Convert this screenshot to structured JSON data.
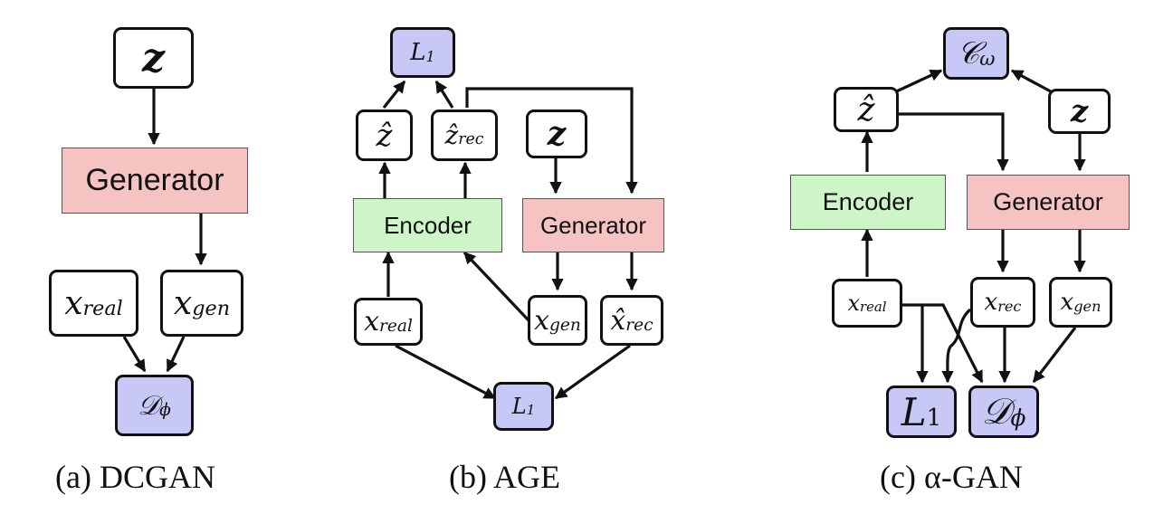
{
  "panels": [
    {
      "caption_label": "(a)",
      "caption_name": "DCGAN",
      "nodes": {
        "z": {
          "base": "z",
          "sub": ""
        },
        "generator": "Generator",
        "x_real": {
          "base": "x",
          "sub": "real"
        },
        "x_gen": {
          "base": "x",
          "sub": "gen"
        },
        "discriminator": {
          "base": "𝒟",
          "sub": "ϕ"
        }
      }
    },
    {
      "caption_label": "(b)",
      "caption_name": "AGE",
      "nodes": {
        "l1_top": {
          "base": "L",
          "sub": "1"
        },
        "z_hat": {
          "base": "ẑ",
          "sub": ""
        },
        "z_hat_rec": {
          "base": "ẑ",
          "sub": "rec"
        },
        "z": {
          "base": "z",
          "sub": ""
        },
        "encoder": "Encoder",
        "generator": "Generator",
        "x_real": {
          "base": "x",
          "sub": "real"
        },
        "x_gen": {
          "base": "x",
          "sub": "gen"
        },
        "x_hat_rec": {
          "base": "x̂",
          "sub": "rec"
        },
        "l1_bottom": {
          "base": "L",
          "sub": "1"
        }
      }
    },
    {
      "caption_label": "(c)",
      "caption_name": "α-GAN",
      "nodes": {
        "c_omega": {
          "base": "𝒞",
          "sub": "ω"
        },
        "z_hat": {
          "base": "ẑ",
          "sub": ""
        },
        "z": {
          "base": "z",
          "sub": ""
        },
        "encoder": "Encoder",
        "generator": "Generator",
        "x_real": {
          "base": "x",
          "sub": "real"
        },
        "x_rec": {
          "base": "x",
          "sub": "rec"
        },
        "x_gen": {
          "base": "x",
          "sub": "gen"
        },
        "l1": {
          "base": "L",
          "sub": "1"
        },
        "discriminator": {
          "base": "𝒟",
          "sub": "ϕ"
        }
      }
    }
  ],
  "colors": {
    "generator_fill": "#f4c3c2",
    "encoder_fill": "#cdf5c8",
    "loss_fill": "#c8c8f7",
    "edge": "#111111"
  }
}
